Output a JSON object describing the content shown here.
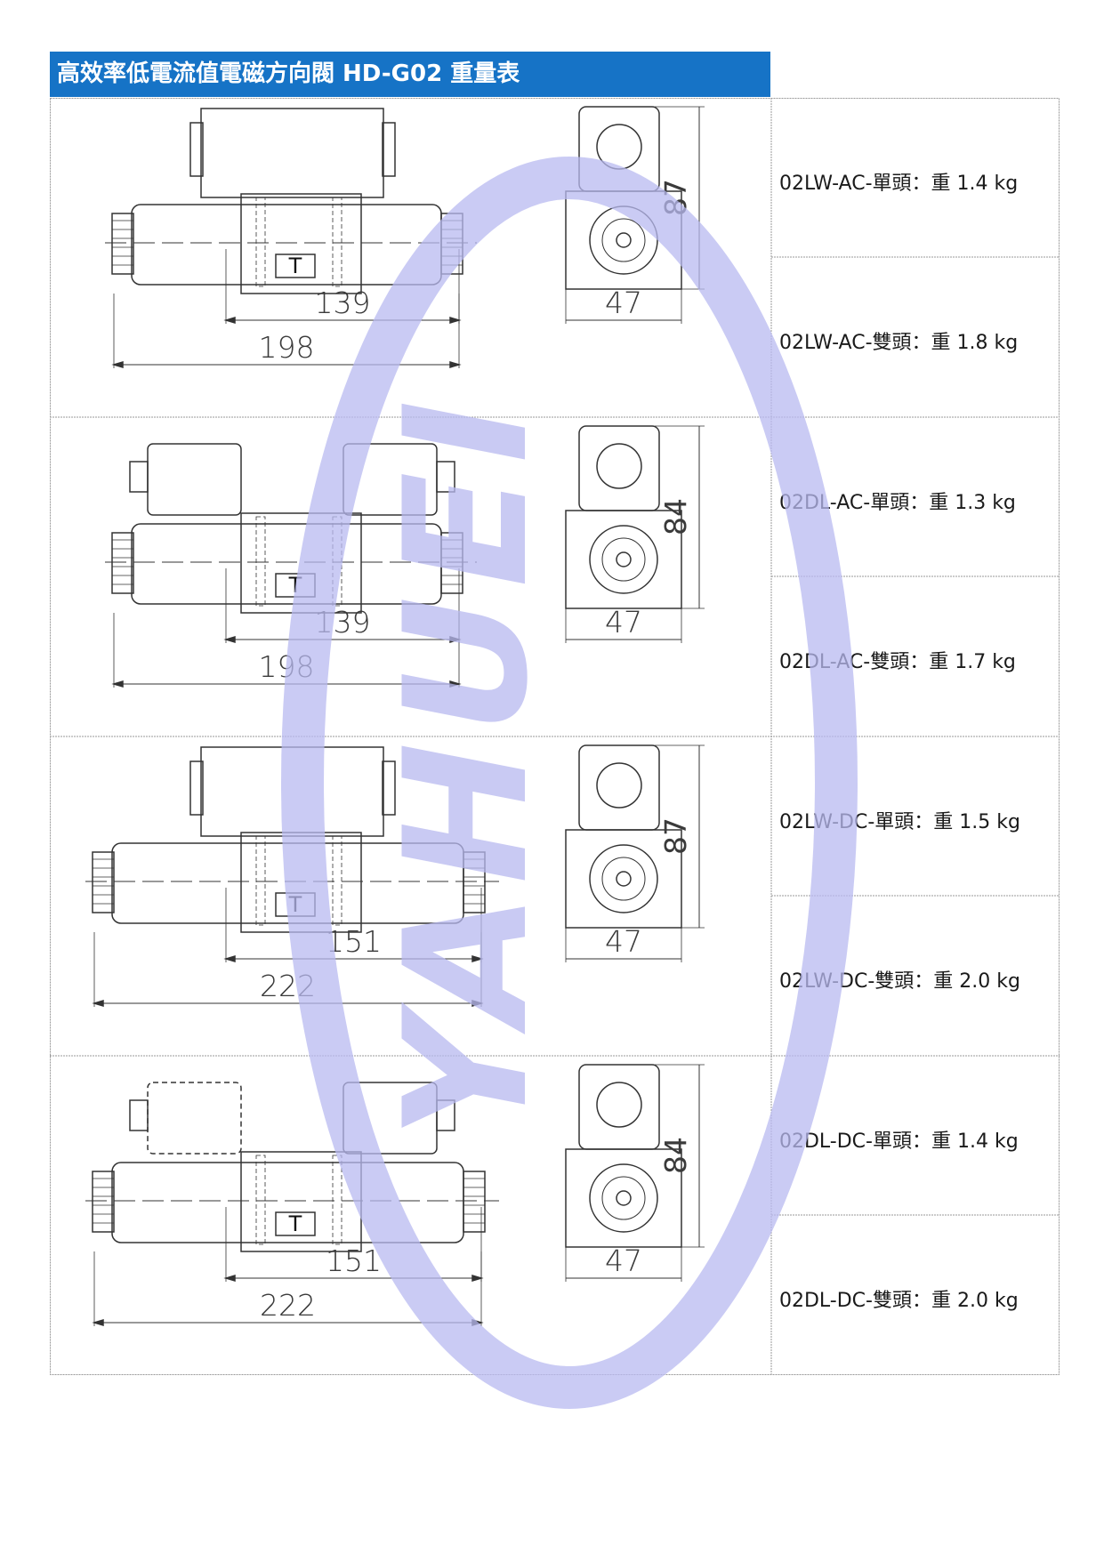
{
  "title": "高效率低電流值電磁方向閥  HD-G02  重量表",
  "rows": [
    {
      "model": "02LW-AC",
      "dims": {
        "body_length": "139",
        "total_length": "198",
        "width": "47",
        "height": "87"
      },
      "weights": [
        "02LW-AC-單頭：重 1.4 kg",
        "02LW-AC-雙頭：重 1.8 kg"
      ]
    },
    {
      "model": "02DL-AC",
      "dims": {
        "body_length": "139",
        "total_length": "198",
        "width": "47",
        "height": "84"
      },
      "weights": [
        "02DL-AC-單頭：重 1.3 kg",
        "02DL-AC-雙頭：重 1.7 kg"
      ]
    },
    {
      "model": "02LW-DC",
      "dims": {
        "body_length": "151",
        "total_length": "222",
        "width": "47",
        "height": "87"
      },
      "weights": [
        "02LW-DC-單頭：重 1.5 kg",
        "02LW-DC-雙頭：重 2.0 kg"
      ]
    },
    {
      "model": "02DL-DC",
      "dims": {
        "body_length": "151",
        "total_length": "222",
        "width": "47",
        "height": "84"
      },
      "weights": [
        "02DL-DC-單頭：重 1.4 kg",
        "02DL-DC-雙頭：重 2.0 kg"
      ]
    }
  ],
  "port_label": "T",
  "watermark_text": "YAHUEI",
  "colors": {
    "title_bar": "#1673c6",
    "watermark": "#b8b9f0"
  }
}
